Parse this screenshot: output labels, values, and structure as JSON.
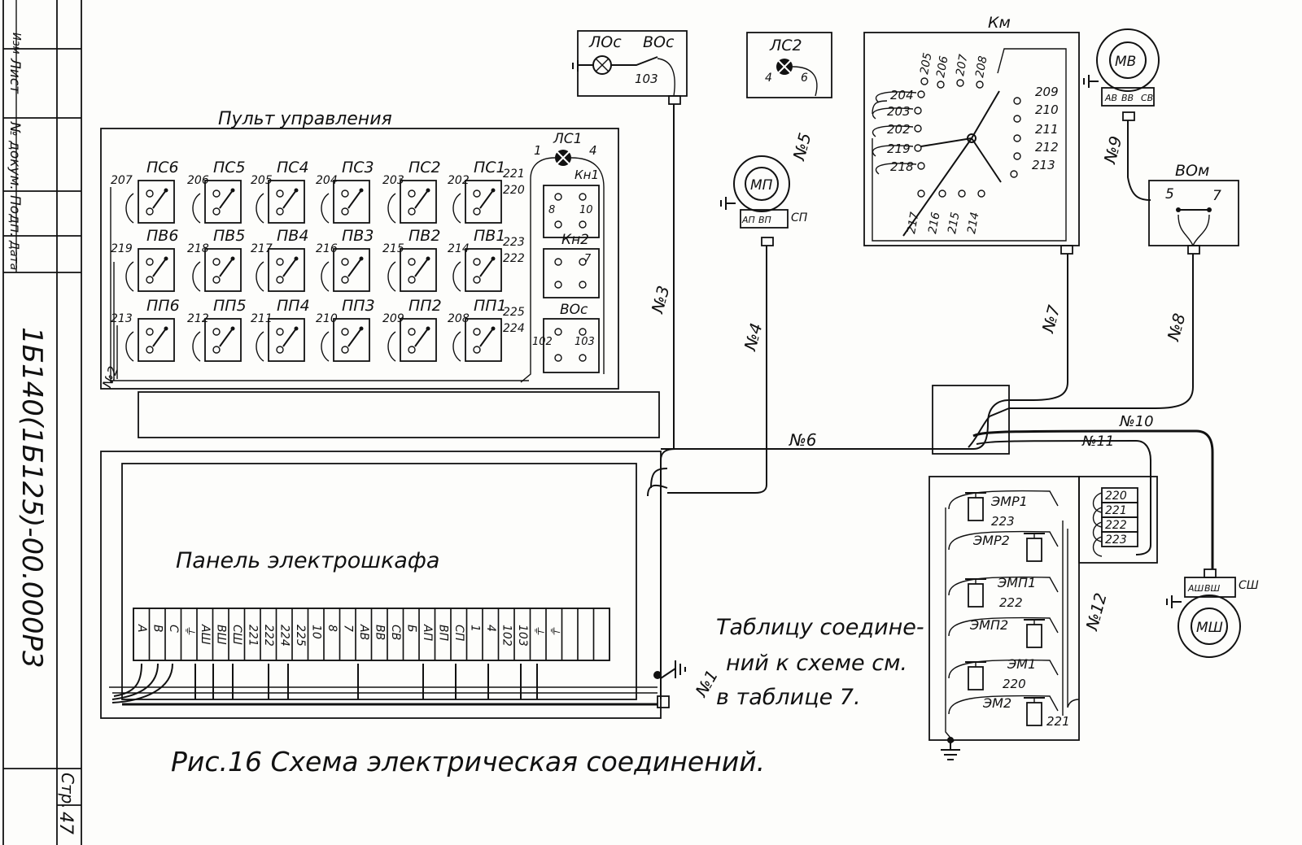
{
  "title_block": {
    "col_labels": [
      "Изм",
      "Лист",
      "№ докум.",
      "Подп.",
      "Дата"
    ],
    "doc_number": "1Б140(1Б125)-00.000Р3",
    "page_label": "Стр.",
    "page_number": "47"
  },
  "caption": "Рис.16 Схема электрическая соединений.",
  "note": [
    "Таблицу соедине-",
    "ний к схеме см.",
    "в таблице 7."
  ],
  "control_panel": {
    "title": "Пульт управления",
    "ps_labels": [
      "ПС6",
      "ПС5",
      "ПС4",
      "ПС3",
      "ПС2",
      "ПС1"
    ],
    "pv_labels": [
      "ПВ6",
      "ПВ5",
      "ПВ4",
      "ПВ3",
      "ПВ2",
      "ПВ1"
    ],
    "pp_labels": [
      "ПП6",
      "ПП5",
      "ПП4",
      "ПП3",
      "ПП2",
      "ПП1"
    ],
    "row1_nums": [
      "207",
      "206",
      "205",
      "204",
      "203",
      "202",
      "221",
      "220"
    ],
    "row2_nums": [
      "219",
      "218",
      "217",
      "216",
      "215",
      "214",
      "223",
      "222"
    ],
    "row3_nums": [
      "213",
      "212",
      "211",
      "210",
      "209",
      "208",
      "225",
      "224"
    ],
    "lamp": "ЛС1",
    "lamp_pins": [
      "1",
      "4"
    ],
    "kn1": "Кн1",
    "kn1_pins": [
      "8",
      "10"
    ],
    "kn2": "Кн2",
    "kn2_pin": "7",
    "vos": "ВОс",
    "vos_pins": [
      "102",
      "103"
    ]
  },
  "cabinet": {
    "title": "Панель электрошкафа",
    "terminals": [
      "А",
      "В",
      "С",
      "⏚",
      "АШ",
      "ВШ",
      "СШ",
      "221",
      "222",
      "224",
      "225",
      "10",
      "8",
      "7",
      "АВ",
      "ВВ",
      "СВ",
      "Б",
      "АП",
      "ВП",
      "СП",
      "1",
      "4",
      "102",
      "103",
      "⏚",
      "⏚",
      "",
      "",
      ""
    ]
  },
  "lamp_box": {
    "labels": [
      "ЛОс",
      "ВОс"
    ],
    "pin": "103"
  },
  "lamp2_box": {
    "label": "ЛС2",
    "pins": [
      "4",
      "6"
    ]
  },
  "motor_mp": {
    "label": "МП",
    "pins": [
      "АП",
      "ВП",
      "СП"
    ]
  },
  "km": {
    "label": "Км",
    "top_nums": [
      "205",
      "206",
      "207",
      "208"
    ],
    "left_nums": [
      "204",
      "203",
      "202",
      "219",
      "218"
    ],
    "right_nums": [
      "209",
      "210",
      "211",
      "212",
      "213"
    ],
    "bottom_nums": [
      "217",
      "216",
      "215",
      "214"
    ]
  },
  "motor_mv": {
    "label": "МВ",
    "pins": [
      "АВ",
      "ВВ",
      "СВ"
    ]
  },
  "vom": {
    "label": "ВОм",
    "pins": [
      "5",
      "7"
    ]
  },
  "motor_msh": {
    "label": "МШ",
    "pins": [
      "АШ",
      "ВШ",
      "СШ"
    ]
  },
  "electromagnets": {
    "labels": [
      "ЭМР1",
      "ЭМР2",
      "ЭМП1",
      "ЭМП2",
      "ЭМ1",
      "ЭМ2"
    ],
    "nums": [
      "223",
      "222",
      "220",
      "221"
    ],
    "terminals": [
      "220",
      "221",
      "222",
      "223"
    ]
  },
  "cables": [
    "№1",
    "№2",
    "№3",
    "№4",
    "№5",
    "№6",
    "№7",
    "№8",
    "№9",
    "№10",
    "№11",
    "№12"
  ]
}
